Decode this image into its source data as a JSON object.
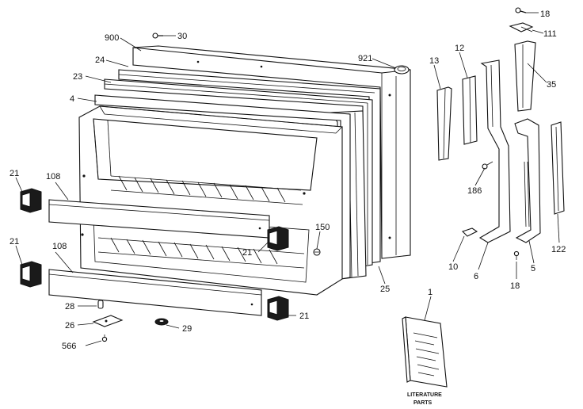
{
  "diagram": {
    "labels": {
      "l18a": "18",
      "l111": "111",
      "l900": "900",
      "l30": "30",
      "l921": "921",
      "l13": "13",
      "l12": "12",
      "l35": "35",
      "l24": "24",
      "l23": "23",
      "l4": "4",
      "l21a": "21",
      "l108a": "108",
      "l186": "186",
      "l150": "150",
      "l21b": "21",
      "l21c": "21",
      "l108b": "108",
      "l122": "122",
      "l10": "10",
      "l6": "6",
      "l18b": "18",
      "l5": "5",
      "l25": "25",
      "l1": "1",
      "l28": "28",
      "l26": "26",
      "l566": "566",
      "l29": "29",
      "l21d": "21",
      "lit1": "LITERATURE",
      "lit2": "PARTS"
    }
  }
}
